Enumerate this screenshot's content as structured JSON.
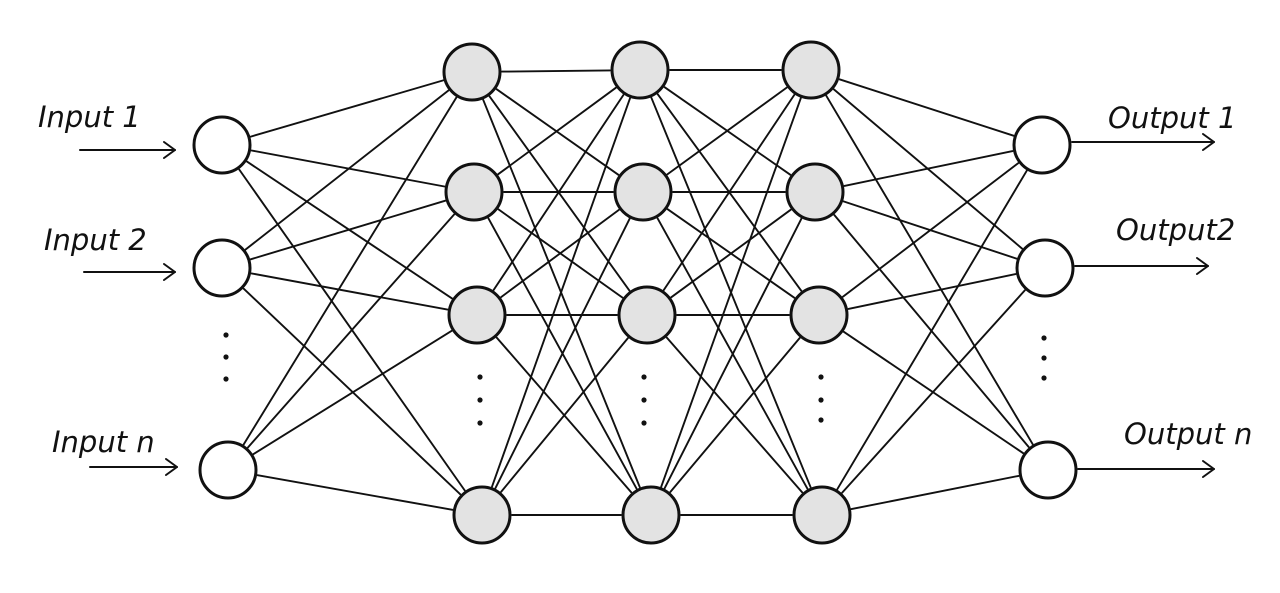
{
  "inputs": {
    "label_1": "Input 1",
    "label_2": "Input 2",
    "label_n": "Input n"
  },
  "outputs": {
    "label_1": "Output 1",
    "label_2": "Output2",
    "label_n": "Output n"
  },
  "colors": {
    "input_output_fill": "#ffffff",
    "hidden_fill": "#e3e3e3",
    "stroke": "#111111"
  }
}
